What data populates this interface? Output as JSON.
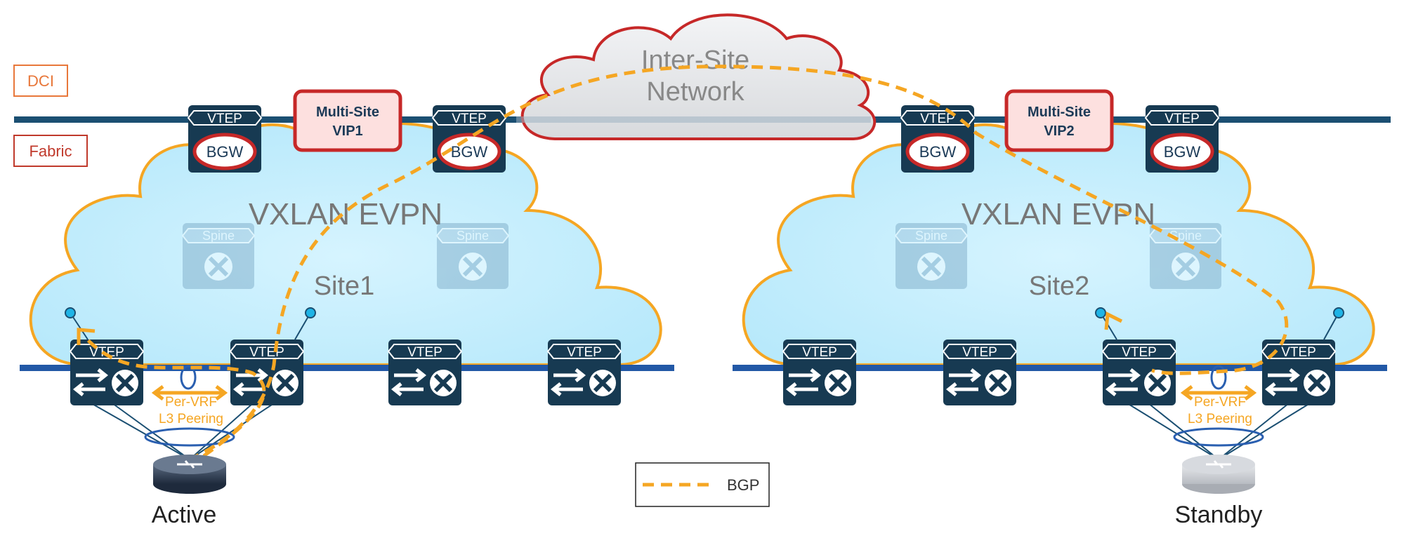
{
  "labels": {
    "dci": "DCI",
    "fabric": "Fabric",
    "inter_site_line1": "Inter-Site",
    "inter_site_line2": "Network",
    "vip1_line1": "Multi-Site",
    "vip1_line2": "VIP1",
    "vip2_line1": "Multi-Site",
    "vip2_line2": "VIP2",
    "bgw": "BGW",
    "vtep": "VTEP",
    "spine": "Spine",
    "vxlan_evpn": "VXLAN EVPN",
    "site1": "Site1",
    "site2": "Site2",
    "peering_line1": "Per-VRF",
    "peering_line2": "L3 Peering",
    "active": "Active",
    "standby": "Standby",
    "legend_bgp": "BGP"
  },
  "colors": {
    "dci_text": "#e8773a",
    "fabric_text": "#c0392b",
    "bgp_dash": "#f5a623",
    "cloud_fill": "#c9efff",
    "cloud_stroke": "#f5a623",
    "device_fill": "#173a52",
    "transport_line": "#1b4f72",
    "vip_fill": "#fde0df",
    "vip_stroke": "#c0392b"
  }
}
